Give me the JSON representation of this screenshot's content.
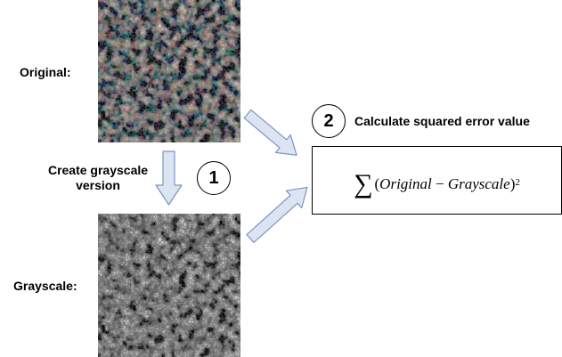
{
  "labels": {
    "original": "Original:",
    "grayscale": "Grayscale:",
    "create_line1": "Create grayscale",
    "create_line2": "version",
    "calculate": "Calculate squared error value"
  },
  "steps": {
    "one": "1",
    "two": "2"
  },
  "formula": {
    "sigma": "∑",
    "open": "(",
    "term1": "Original",
    "minus": " − ",
    "term2": "Grayscale",
    "close": ")",
    "exponent": "2"
  },
  "colors": {
    "arrow_fill": "#dbe4f3",
    "arrow_stroke": "#7f96bd",
    "orange": "#c07a3a",
    "gray_dark": "#3a3a3a",
    "gray_light": "#d9d9d9"
  }
}
